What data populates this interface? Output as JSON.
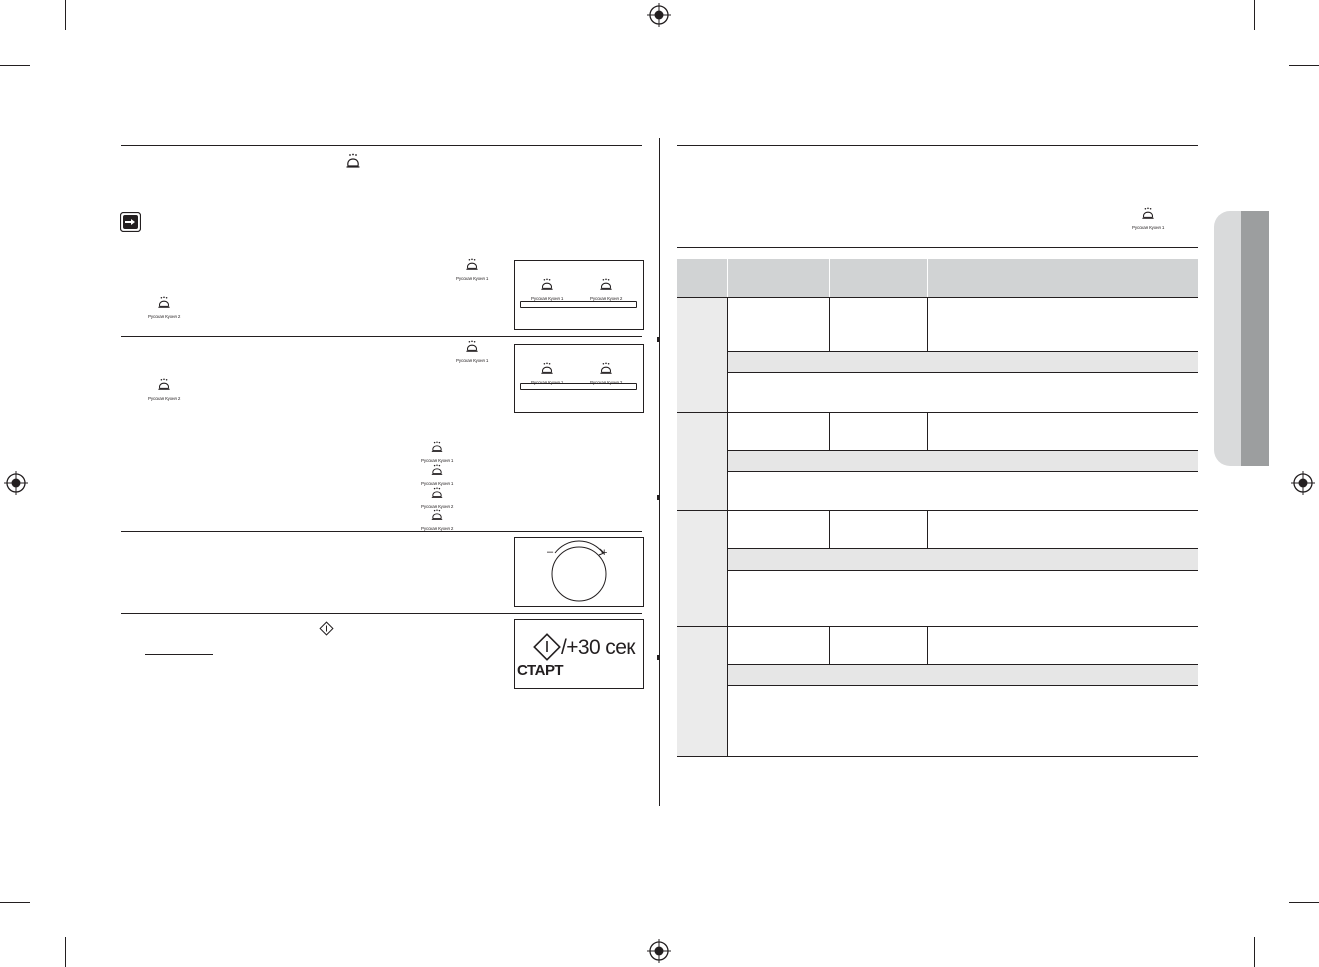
{
  "cook_button": {
    "russian_1": "Русская Кухня 1",
    "russian_2": "Русская Кухня 2"
  },
  "panel_labels": {
    "fig1_left": "Русская Кухня 1",
    "fig1_right": "Русская Кухня 2",
    "fig2_left": "Русская Кухня 1",
    "fig2_right": "Русская Кухня 2"
  },
  "dial": {
    "minus": "–",
    "plus": "+"
  },
  "start_panel": {
    "time_label": "/+30 сек",
    "start_label": "СТАРТ"
  },
  "colors": {
    "line": "#231f20",
    "table_header": "#d1d3d4",
    "table_band": "#e6e6e6",
    "tab_dark": "#9c9e9f",
    "tab_light": "#d9dadb"
  },
  "icons": [
    "registration-mark-icon",
    "dish-steam-icon",
    "note-hand-icon",
    "start-diamond-icon"
  ]
}
